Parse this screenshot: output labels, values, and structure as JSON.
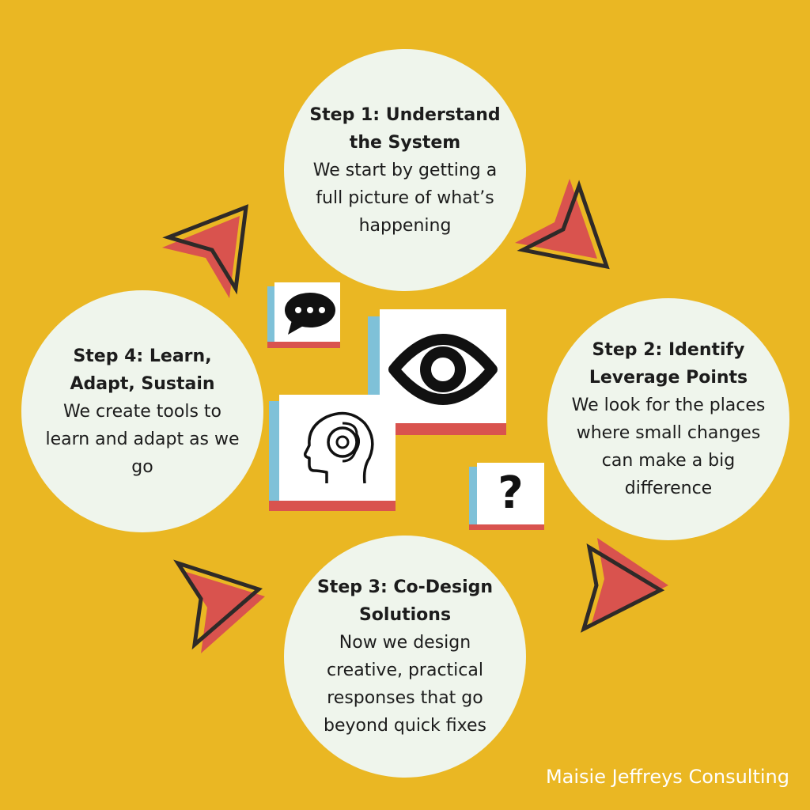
{
  "steps": [
    {
      "title": "Step 1: Understand the System",
      "body": "We start by getting a full picture of what’s happening"
    },
    {
      "title": "Step 2: Identify Leverage Points",
      "body": "We look for the places where small changes can make a big difference"
    },
    {
      "title": "Step 3: Co-Design Solutions",
      "body": "Now we design creative, practical responses that go beyond quick fixes"
    },
    {
      "title": "Step 4: Learn, Adapt, Sustain",
      "body": "We create tools to learn and adapt as we go"
    }
  ],
  "icons": [
    "speech-bubble-icon",
    "eye-icon",
    "brain-gear-icon",
    "question-mark-icon"
  ],
  "question_glyph": "?",
  "footer": "Maisie Jeffreys Consulting",
  "colors": {
    "background": "#EAB723",
    "circle": "#EFF5EC",
    "red": "#D9534E",
    "blue": "#7FC1D8",
    "outline": "#2E2A28"
  }
}
